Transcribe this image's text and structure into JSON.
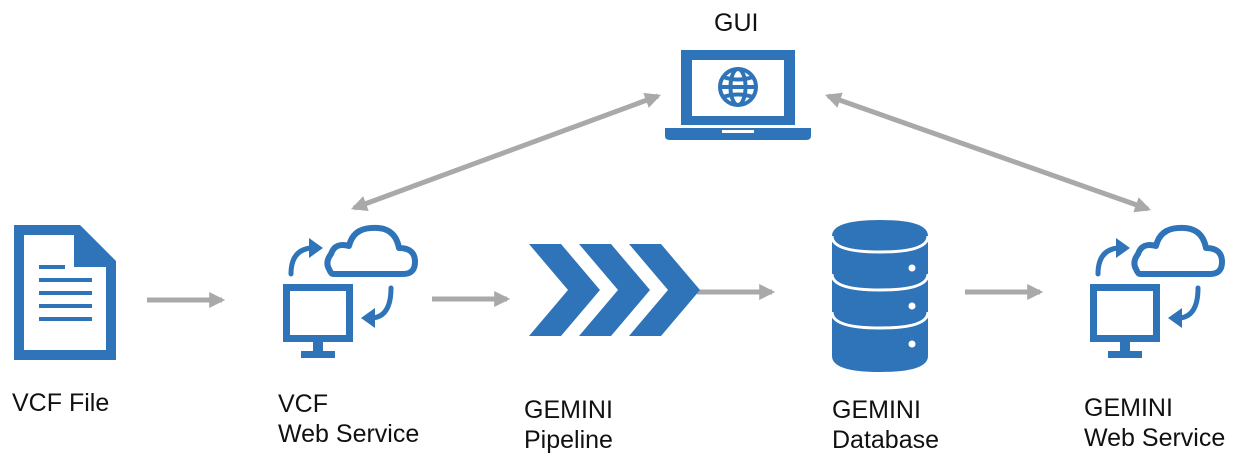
{
  "colors": {
    "icon": "#2F74B8",
    "arrow": "#A9A9A9",
    "text": "#111111"
  },
  "nodes": {
    "gui": {
      "label": "GUI",
      "icon": "laptop-globe-icon"
    },
    "vcf_file": {
      "label": "VCF File",
      "icon": "document-icon"
    },
    "vcf_web_service": {
      "label_line1": "VCF",
      "label_line2": "Web Service",
      "icon": "cloud-computer-sync-icon"
    },
    "gemini_pipeline": {
      "label_line1": "GEMINI",
      "label_line2": "Pipeline",
      "icon": "chevrons-icon"
    },
    "gemini_database": {
      "label_line1": "GEMINI",
      "label_line2": "Database",
      "icon": "database-icon"
    },
    "gemini_web_service": {
      "label_line1": "GEMINI",
      "label_line2": "Web Service",
      "icon": "cloud-computer-sync-icon"
    }
  },
  "edges": [
    {
      "from": "vcf_file",
      "to": "vcf_web_service",
      "direction": "one-way"
    },
    {
      "from": "vcf_web_service",
      "to": "gemini_pipeline",
      "direction": "one-way"
    },
    {
      "from": "gemini_pipeline",
      "to": "gemini_database",
      "direction": "one-way"
    },
    {
      "from": "gemini_database",
      "to": "gemini_web_service",
      "direction": "one-way"
    },
    {
      "from": "gui",
      "to": "vcf_web_service",
      "direction": "two-way"
    },
    {
      "from": "gui",
      "to": "gemini_web_service",
      "direction": "two-way"
    }
  ]
}
